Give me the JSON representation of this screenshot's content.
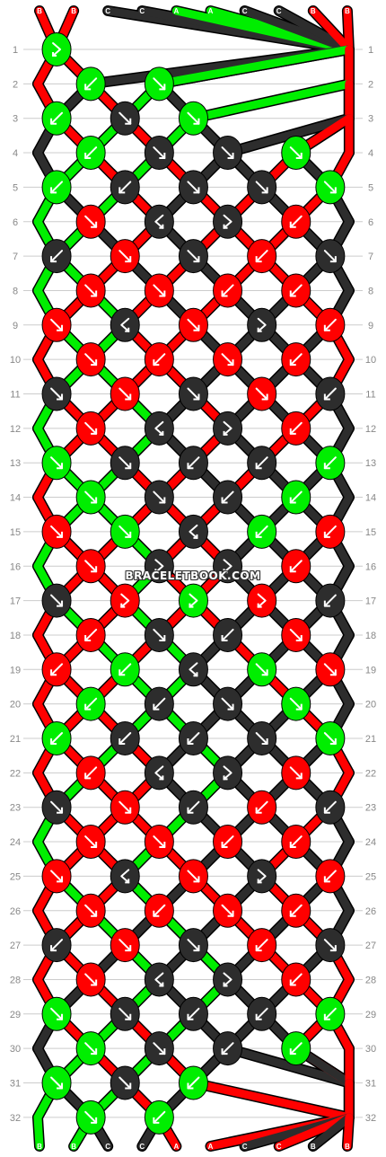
{
  "watermark": "BRACELETBOOK.COM",
  "colors": {
    "A": "#00ee00",
    "B": "#ff0000",
    "C": "#2d2d2d",
    "row_line": "#cccccc",
    "row_number": "#888888",
    "knot_outline": "#000000",
    "arrow": "#ffffff"
  },
  "strings": [
    "B",
    "B",
    "C",
    "C",
    "A",
    "A",
    "C",
    "C",
    "B",
    "B"
  ],
  "row_labels": [
    "1",
    "2",
    "3",
    "4",
    "5",
    "6",
    "7",
    "8",
    "9",
    "10",
    "11",
    "12",
    "13",
    "14",
    "15",
    "16",
    "17",
    "18",
    "19",
    "20",
    "21",
    "22",
    "23",
    "24",
    "25",
    "26",
    "27",
    "28",
    "29",
    "30",
    "31",
    "32"
  ],
  "knots": [
    [
      [
        "A",
        "fb"
      ]
    ],
    [
      [
        "A",
        "b"
      ],
      [
        "A",
        "f"
      ]
    ],
    [
      [
        "A",
        "b"
      ],
      [
        "C",
        "f"
      ],
      [
        "A",
        "f"
      ]
    ],
    [
      [
        "A",
        "b"
      ],
      [
        "C",
        "f"
      ],
      [
        "C",
        "f"
      ],
      [
        "A",
        "f"
      ]
    ],
    [
      [
        "A",
        "b"
      ],
      [
        "C",
        "b"
      ],
      [
        "C",
        "f"
      ],
      [
        "C",
        "f"
      ],
      [
        "A",
        "f"
      ]
    ],
    [
      [
        "B",
        "f"
      ],
      [
        "C",
        "bf"
      ],
      [
        "C",
        "fb"
      ],
      [
        "B",
        "b"
      ]
    ],
    [
      [
        "C",
        "b"
      ],
      [
        "B",
        "f"
      ],
      [
        "C",
        "f"
      ],
      [
        "B",
        "b"
      ],
      [
        "C",
        "f"
      ]
    ],
    [
      [
        "B",
        "f"
      ],
      [
        "B",
        "f"
      ],
      [
        "B",
        "b"
      ],
      [
        "B",
        "b"
      ]
    ],
    [
      [
        "B",
        "f"
      ],
      [
        "C",
        "bf"
      ],
      [
        "B",
        "f"
      ],
      [
        "C",
        "fb"
      ],
      [
        "B",
        "b"
      ]
    ],
    [
      [
        "B",
        "f"
      ],
      [
        "B",
        "b"
      ],
      [
        "B",
        "f"
      ],
      [
        "B",
        "b"
      ]
    ],
    [
      [
        "C",
        "f"
      ],
      [
        "B",
        "f"
      ],
      [
        "C",
        "f"
      ],
      [
        "B",
        "f"
      ],
      [
        "C",
        "b"
      ]
    ],
    [
      [
        "B",
        "f"
      ],
      [
        "C",
        "bf"
      ],
      [
        "C",
        "fb"
      ],
      [
        "B",
        "b"
      ]
    ],
    [
      [
        "A",
        "f"
      ],
      [
        "C",
        "f"
      ],
      [
        "C",
        "b"
      ],
      [
        "C",
        "b"
      ],
      [
        "A",
        "b"
      ]
    ],
    [
      [
        "A",
        "f"
      ],
      [
        "C",
        "f"
      ],
      [
        "C",
        "b"
      ],
      [
        "A",
        "b"
      ]
    ],
    [
      [
        "B",
        "f"
      ],
      [
        "A",
        "f"
      ],
      [
        "C",
        "bf"
      ],
      [
        "A",
        "b"
      ],
      [
        "B",
        "b"
      ]
    ],
    [
      [
        "B",
        "f"
      ],
      [
        "C",
        "fb"
      ],
      [
        "C",
        "fb"
      ],
      [
        "B",
        "b"
      ]
    ],
    [
      [
        "C",
        "f"
      ],
      [
        "B",
        "fb"
      ],
      [
        "A",
        "fb"
      ],
      [
        "B",
        "fb"
      ],
      [
        "C",
        "b"
      ]
    ],
    [
      [
        "B",
        "b"
      ],
      [
        "C",
        "f"
      ],
      [
        "C",
        "b"
      ],
      [
        "B",
        "f"
      ]
    ],
    [
      [
        "B",
        "b"
      ],
      [
        "A",
        "b"
      ],
      [
        "C",
        "bf"
      ],
      [
        "A",
        "f"
      ],
      [
        "B",
        "f"
      ]
    ],
    [
      [
        "A",
        "b"
      ],
      [
        "C",
        "b"
      ],
      [
        "C",
        "f"
      ],
      [
        "A",
        "f"
      ]
    ],
    [
      [
        "A",
        "b"
      ],
      [
        "C",
        "b"
      ],
      [
        "C",
        "b"
      ],
      [
        "C",
        "f"
      ],
      [
        "A",
        "f"
      ]
    ],
    [
      [
        "B",
        "b"
      ],
      [
        "C",
        "bf"
      ],
      [
        "C",
        "fb"
      ],
      [
        "B",
        "f"
      ]
    ],
    [
      [
        "C",
        "f"
      ],
      [
        "B",
        "f"
      ],
      [
        "C",
        "b"
      ],
      [
        "B",
        "b"
      ],
      [
        "C",
        "b"
      ]
    ],
    [
      [
        "B",
        "f"
      ],
      [
        "B",
        "f"
      ],
      [
        "B",
        "b"
      ],
      [
        "B",
        "b"
      ]
    ],
    [
      [
        "B",
        "f"
      ],
      [
        "C",
        "bf"
      ],
      [
        "B",
        "f"
      ],
      [
        "C",
        "fb"
      ],
      [
        "B",
        "b"
      ]
    ],
    [
      [
        "B",
        "f"
      ],
      [
        "B",
        "b"
      ],
      [
        "B",
        "f"
      ],
      [
        "B",
        "b"
      ]
    ],
    [
      [
        "C",
        "b"
      ],
      [
        "B",
        "f"
      ],
      [
        "C",
        "f"
      ],
      [
        "B",
        "b"
      ],
      [
        "C",
        "f"
      ]
    ],
    [
      [
        "B",
        "f"
      ],
      [
        "C",
        "bf"
      ],
      [
        "C",
        "fb"
      ],
      [
        "B",
        "b"
      ]
    ],
    [
      [
        "A",
        "f"
      ],
      [
        "C",
        "f"
      ],
      [
        "C",
        "b"
      ],
      [
        "C",
        "b"
      ],
      [
        "A",
        "b"
      ]
    ],
    [
      [
        "A",
        "f"
      ],
      [
        "C",
        "f"
      ],
      [
        "C",
        "b"
      ],
      [
        "A",
        "b"
      ]
    ],
    [
      [
        "A",
        "f"
      ],
      [
        "C",
        "f"
      ],
      [
        "A",
        "b"
      ]
    ],
    [
      [
        "A",
        "f"
      ],
      [
        "A",
        "b"
      ]
    ]
  ]
}
